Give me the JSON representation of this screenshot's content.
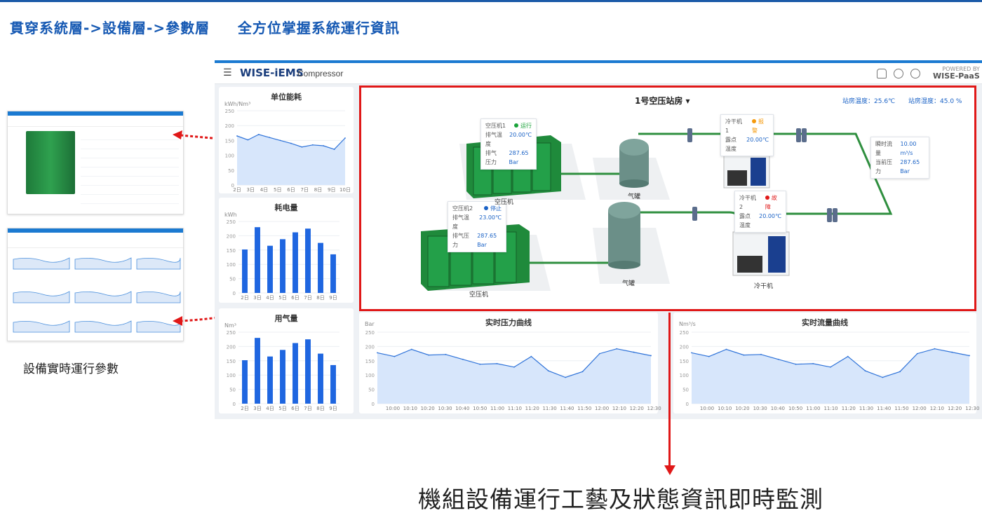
{
  "headline": "貫穿系統層->設備層->參數層     全方位掌握系統運行資訊",
  "side_caption": "設備實時運行參數",
  "bottom_caption": "機組設備運行工藝及狀態資訊即時監測",
  "app": {
    "brand": "WISE-iEMS",
    "module": "Compressor",
    "powered_by_line1": "POWERED BY",
    "powered_by_line2": "WISE-PaaS"
  },
  "panels": {
    "energy": {
      "title": "单位能耗",
      "unit": "kWh/Nm³"
    },
    "power": {
      "title": "耗电量",
      "unit": "kWh"
    },
    "gas": {
      "title": "用气量",
      "unit": "Nm³"
    },
    "pressure": {
      "title": "实时压力曲线",
      "unit": "Bar"
    },
    "flow": {
      "title": "实时流量曲线",
      "unit": "Nm³/s"
    }
  },
  "station": {
    "title": "1号空压站房 ▾",
    "temp_label": "站房温度：25.6℃",
    "humidity_label": "站房湿度：45.0 %",
    "compressor1": {
      "name": "空压机1",
      "status": "运行",
      "status_color": "#1aa33a",
      "rows": [
        {
          "k": "排气温度",
          "v": "20.00℃"
        },
        {
          "k": "排气压力",
          "v": "287.65 Bar"
        }
      ],
      "label": "空压机"
    },
    "compressor2": {
      "name": "空压机2",
      "status": "停止",
      "status_color": "#1a62c6",
      "rows": [
        {
          "k": "排气温度",
          "v": "23.00℃"
        },
        {
          "k": "排气压力",
          "v": "287.65 Bar"
        }
      ],
      "label": "空压机"
    },
    "dryer1": {
      "name": "冷干机1",
      "status": "报警",
      "status_color": "#f59a0c",
      "rows": [
        {
          "k": "露点温度",
          "v": "20.00℃"
        }
      ]
    },
    "dryer2": {
      "name": "冷干机2",
      "status": "故障",
      "status_color": "#e01818",
      "rows": [
        {
          "k": "露点温度",
          "v": "20.00℃"
        }
      ],
      "label": "冷干机"
    },
    "tank1_label": "气罐",
    "tank2_label": "气罐",
    "meter": {
      "rows": [
        {
          "k": "瞬时流量",
          "v": "10.00 m³/s"
        },
        {
          "k": "当前压力",
          "v": "287.65 Bar"
        }
      ]
    }
  },
  "chart_data": [
    {
      "type": "area",
      "title": "单位能耗",
      "ylabel": "kWh/Nm³",
      "categories": [
        "2日",
        "3日",
        "4日",
        "5日",
        "6日",
        "7日",
        "8日",
        "9日",
        "10日"
      ],
      "values": [
        165,
        152,
        170,
        160,
        150,
        140,
        128,
        135,
        132,
        120,
        158
      ],
      "ylim": [
        0,
        250
      ],
      "yticks": [
        0,
        50,
        100,
        150,
        200,
        250
      ]
    },
    {
      "type": "bar",
      "title": "耗电量",
      "ylabel": "kWh",
      "categories": [
        "2日",
        "3日",
        "4日",
        "5日",
        "6日",
        "7日",
        "8日",
        "9日"
      ],
      "values": [
        152,
        230,
        165,
        188,
        212,
        225,
        175,
        135
      ],
      "ylim": [
        0,
        250
      ],
      "yticks": [
        0,
        50,
        100,
        150,
        200,
        250
      ]
    },
    {
      "type": "bar",
      "title": "用气量",
      "ylabel": "Nm³",
      "categories": [
        "2日",
        "3日",
        "4日",
        "5日",
        "6日",
        "7日",
        "8日",
        "9日"
      ],
      "values": [
        152,
        230,
        165,
        188,
        212,
        225,
        175,
        135
      ],
      "ylim": [
        0,
        250
      ],
      "yticks": [
        0,
        50,
        100,
        150,
        200,
        250
      ]
    },
    {
      "type": "area",
      "title": "实时压力曲线",
      "ylabel": "Bar",
      "categories": [
        "10:00",
        "10:10",
        "10:20",
        "10:30",
        "10:40",
        "10:50",
        "11:00",
        "11:10",
        "11:20",
        "11:30",
        "11:40",
        "11:50",
        "12:00",
        "12:10",
        "12:20",
        "12:30"
      ],
      "values": [
        178,
        165,
        190,
        170,
        172,
        155,
        138,
        140,
        128,
        165,
        115,
        92,
        112,
        175,
        192,
        180,
        168
      ],
      "ylim": [
        0,
        250
      ],
      "yticks": [
        0,
        50,
        100,
        150,
        200,
        250
      ]
    },
    {
      "type": "area",
      "title": "实时流量曲线",
      "ylabel": "Nm³/s",
      "categories": [
        "10:00",
        "10:10",
        "10:20",
        "10:30",
        "10:40",
        "10:50",
        "11:00",
        "11:10",
        "11:20",
        "11:30",
        "11:40",
        "11:50",
        "12:00",
        "12:10",
        "12:20",
        "12:30"
      ],
      "values": [
        178,
        165,
        190,
        170,
        172,
        155,
        138,
        140,
        128,
        165,
        115,
        92,
        112,
        175,
        192,
        180,
        168
      ],
      "ylim": [
        0,
        250
      ],
      "yticks": [
        0,
        50,
        100,
        150,
        200,
        250
      ]
    }
  ]
}
